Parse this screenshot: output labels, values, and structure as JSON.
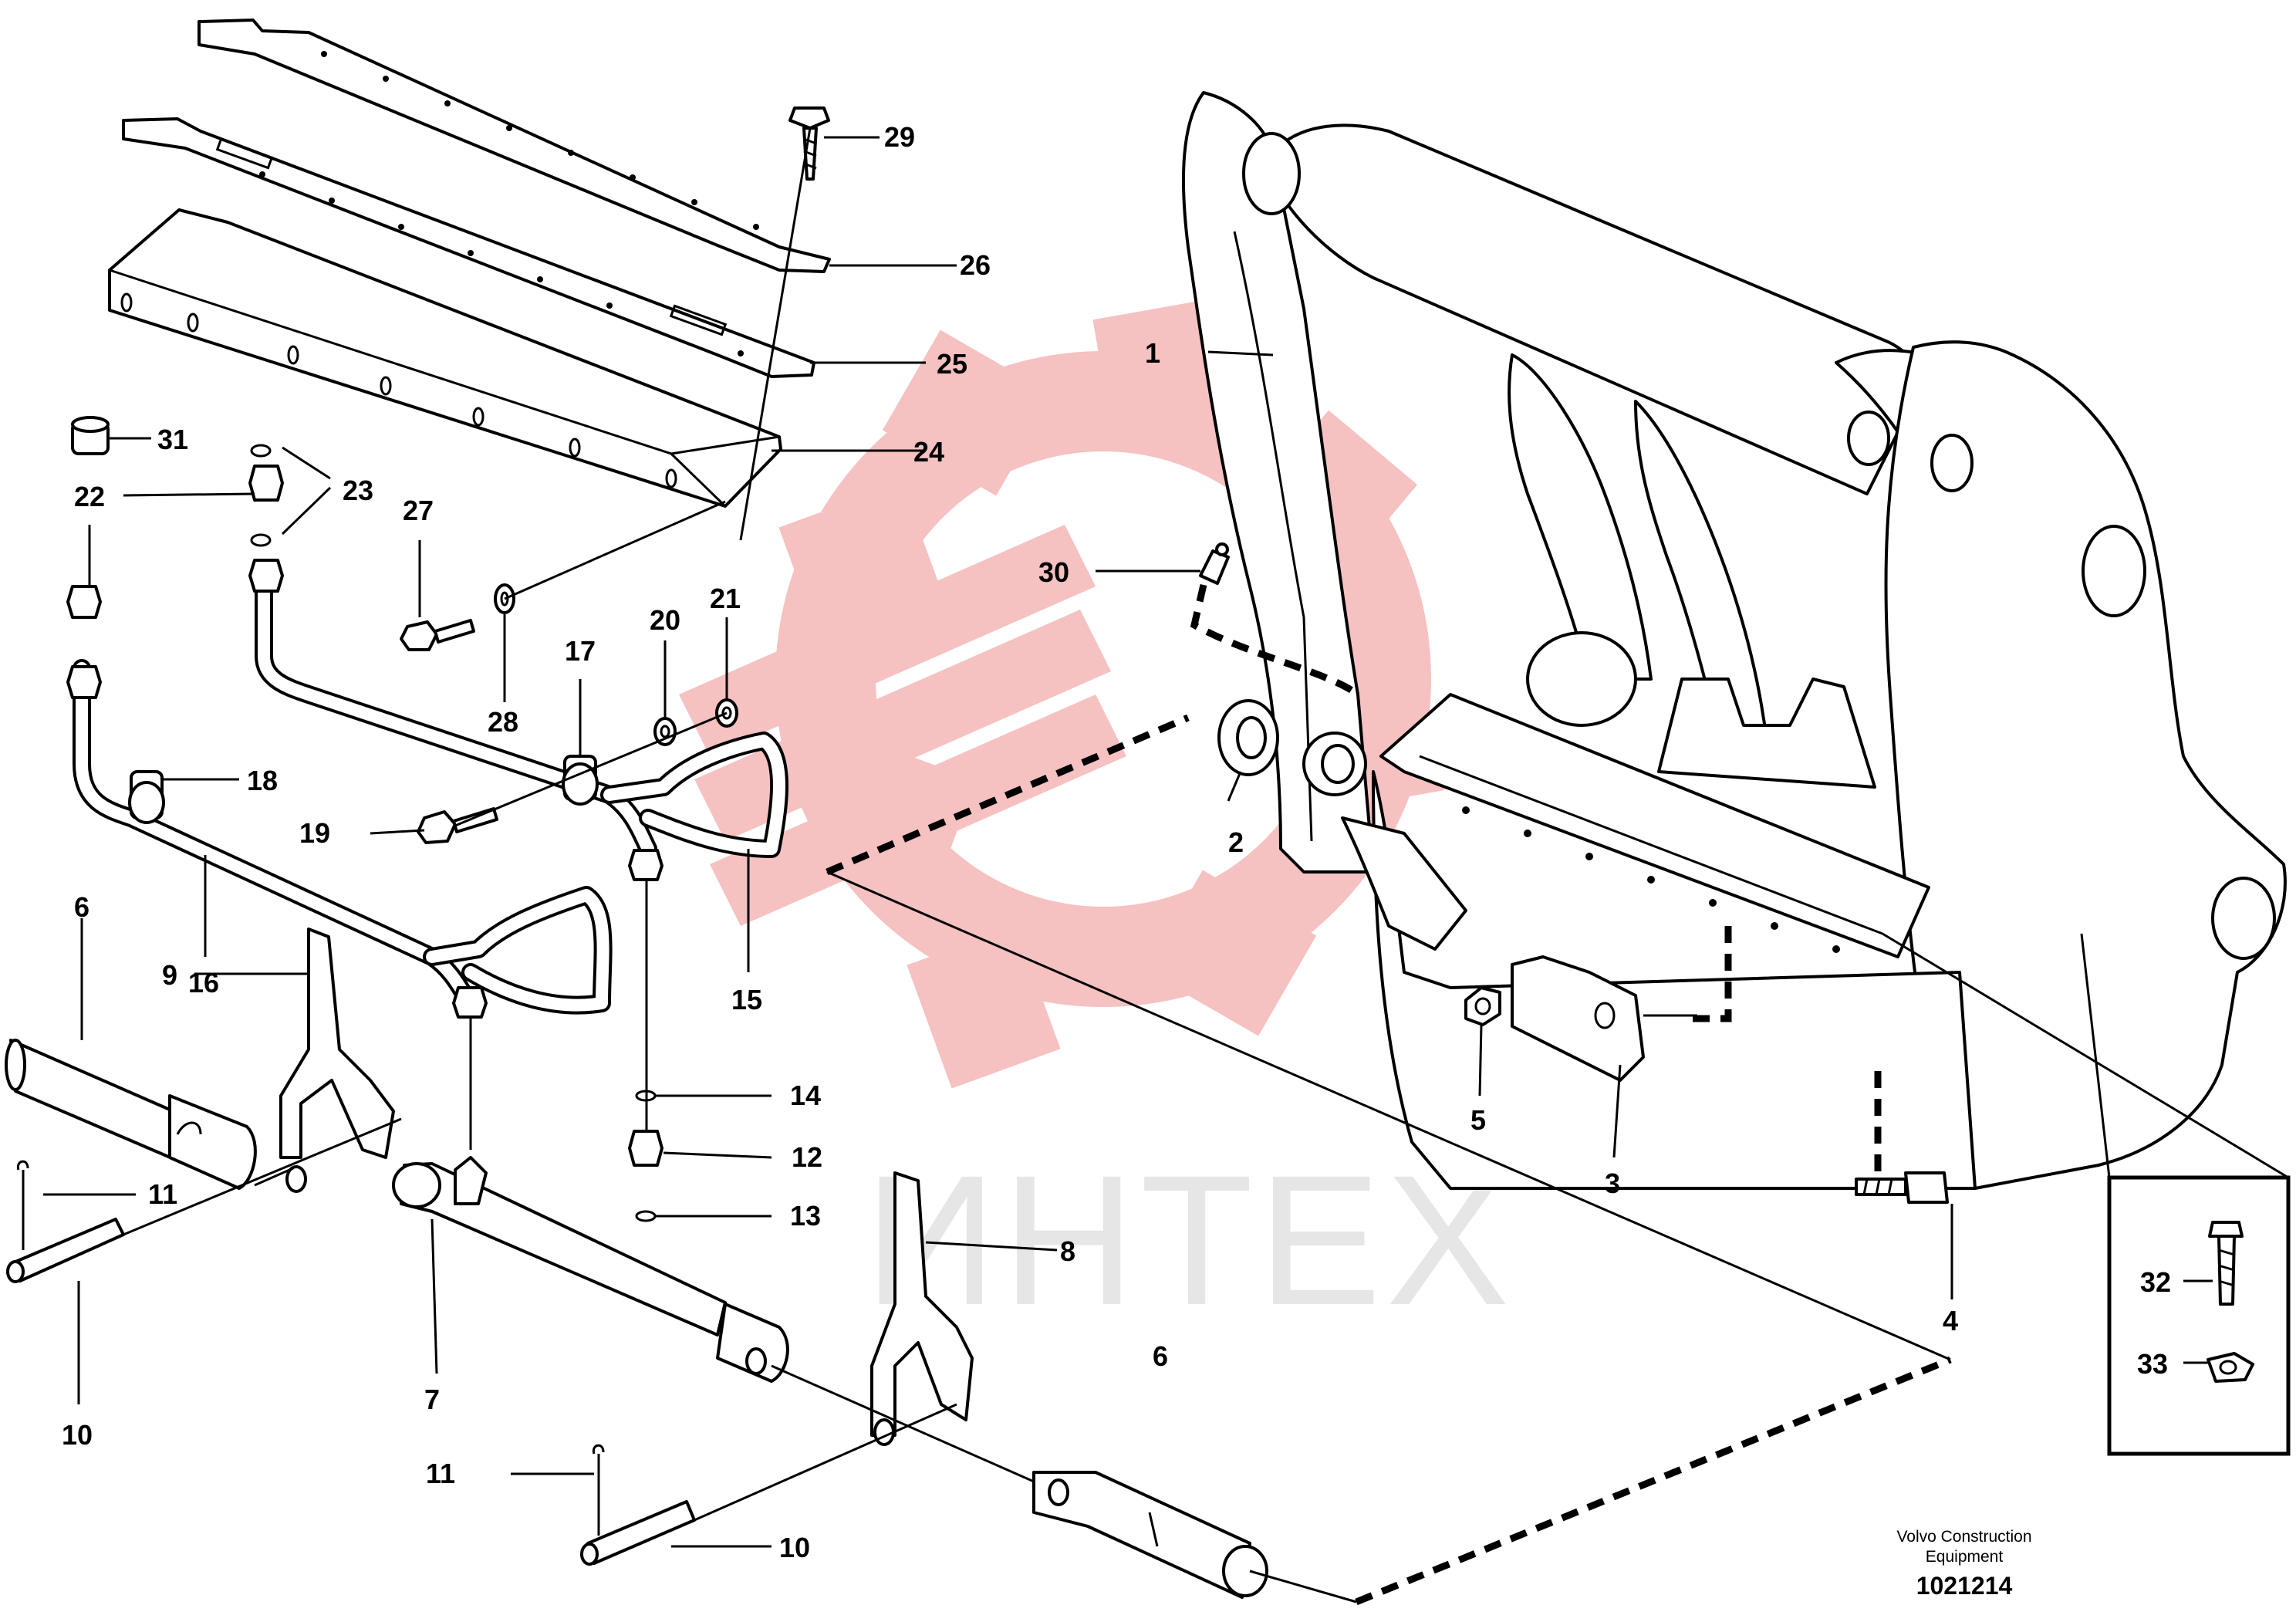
{
  "watermark": {
    "text": "ИНТЕХ",
    "gear_color": "#f4b6b6",
    "text_color": "#e6e6e6"
  },
  "caption": {
    "company_line1": "Volvo Construction",
    "company_line2": "Equipment",
    "drawing_number": "1021214"
  },
  "callouts": {
    "c1": "1",
    "c2": "2",
    "c3": "3",
    "c4": "4",
    "c5": "5",
    "c6a": "6",
    "c6b": "6",
    "c7": "7",
    "c8": "8",
    "c9": "9",
    "c10a": "10",
    "c10b": "10",
    "c11a": "11",
    "c11b": "11",
    "c12": "12",
    "c13": "13",
    "c14": "14",
    "c15": "15",
    "c16": "16",
    "c17": "17",
    "c18": "18",
    "c19": "19",
    "c20": "20",
    "c21": "21",
    "c22": "22",
    "c23": "23",
    "c24": "24",
    "c25": "25",
    "c26": "26",
    "c27": "27",
    "c28": "28",
    "c29": "29",
    "c30": "30",
    "c31": "31",
    "c32": "32",
    "c33": "33"
  }
}
